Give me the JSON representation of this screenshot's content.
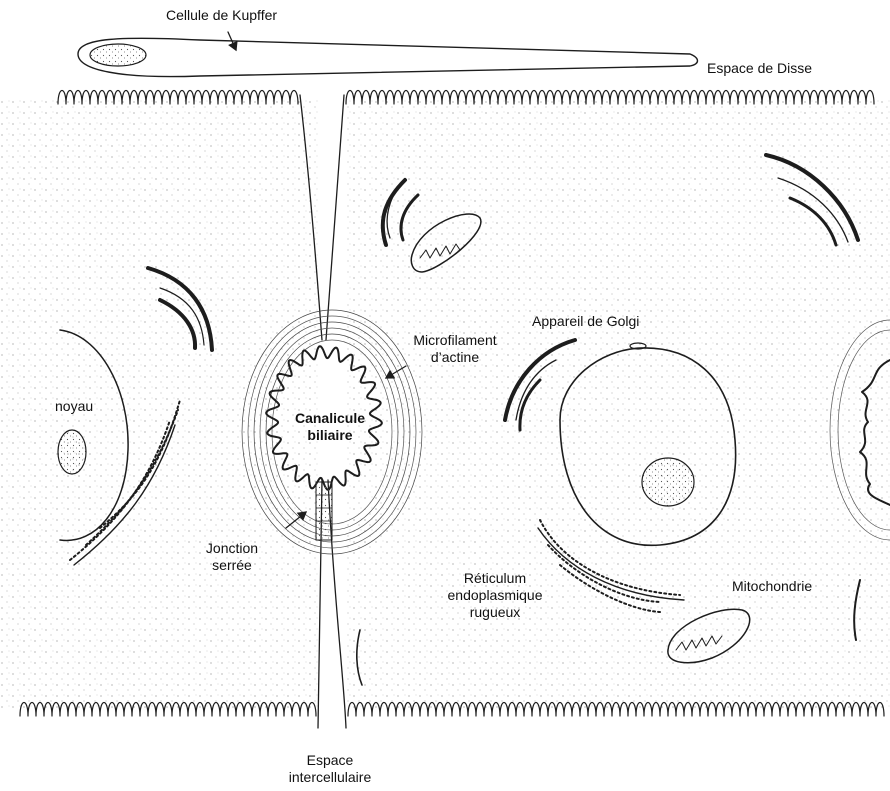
{
  "labels": {
    "kupffer": "Cellule de Kupffer",
    "disse": "Espace de Disse",
    "golgi": "Appareil de Golgi",
    "microfilament_1": "Microfilament",
    "microfilament_2": "d’actine",
    "noyau": "noyau",
    "canalicule_1": "Canalicule",
    "canalicule_2": "biliaire",
    "jonction_1": "Jonction",
    "jonction_2": "serrée",
    "reticulum_1": "Réticulum",
    "reticulum_2": "endoplasmique",
    "reticulum_3": "rugueux",
    "mitochondrie": "Mitochondrie",
    "espace_1": "Espace",
    "espace_2": "intercellulaire"
  },
  "colors": {
    "ink": "#1d1d1d",
    "stipple": "#8a8a8a",
    "background": "#ffffff"
  },
  "icons": {
    "pointer": "arrow"
  }
}
